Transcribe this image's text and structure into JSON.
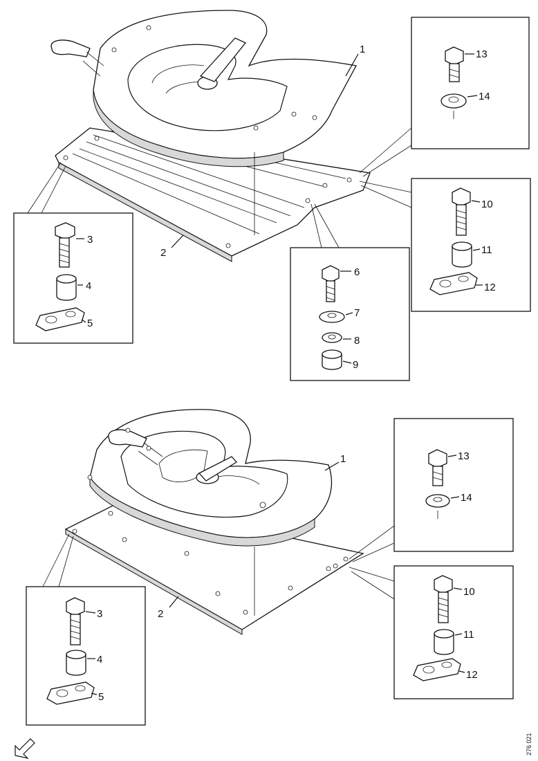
{
  "callouts": {
    "top": {
      "plate": "1",
      "mount": "2",
      "left_box": [
        "3",
        "4",
        "5"
      ],
      "center_box": [
        "6",
        "7",
        "8",
        "9"
      ],
      "right_upper_box": [
        "13",
        "14"
      ],
      "right_lower_box": [
        "10",
        "11",
        "12"
      ]
    },
    "bottom": {
      "plate": "1",
      "mount": "2",
      "left_box": [
        "3",
        "4",
        "5"
      ],
      "right_upper_box": [
        "13",
        "14"
      ],
      "right_lower_box": [
        "10",
        "11",
        "12"
      ]
    }
  },
  "figure_ref": "276 021",
  "icons": {
    "orientation_arrow": "arrow-left-down-icon"
  }
}
